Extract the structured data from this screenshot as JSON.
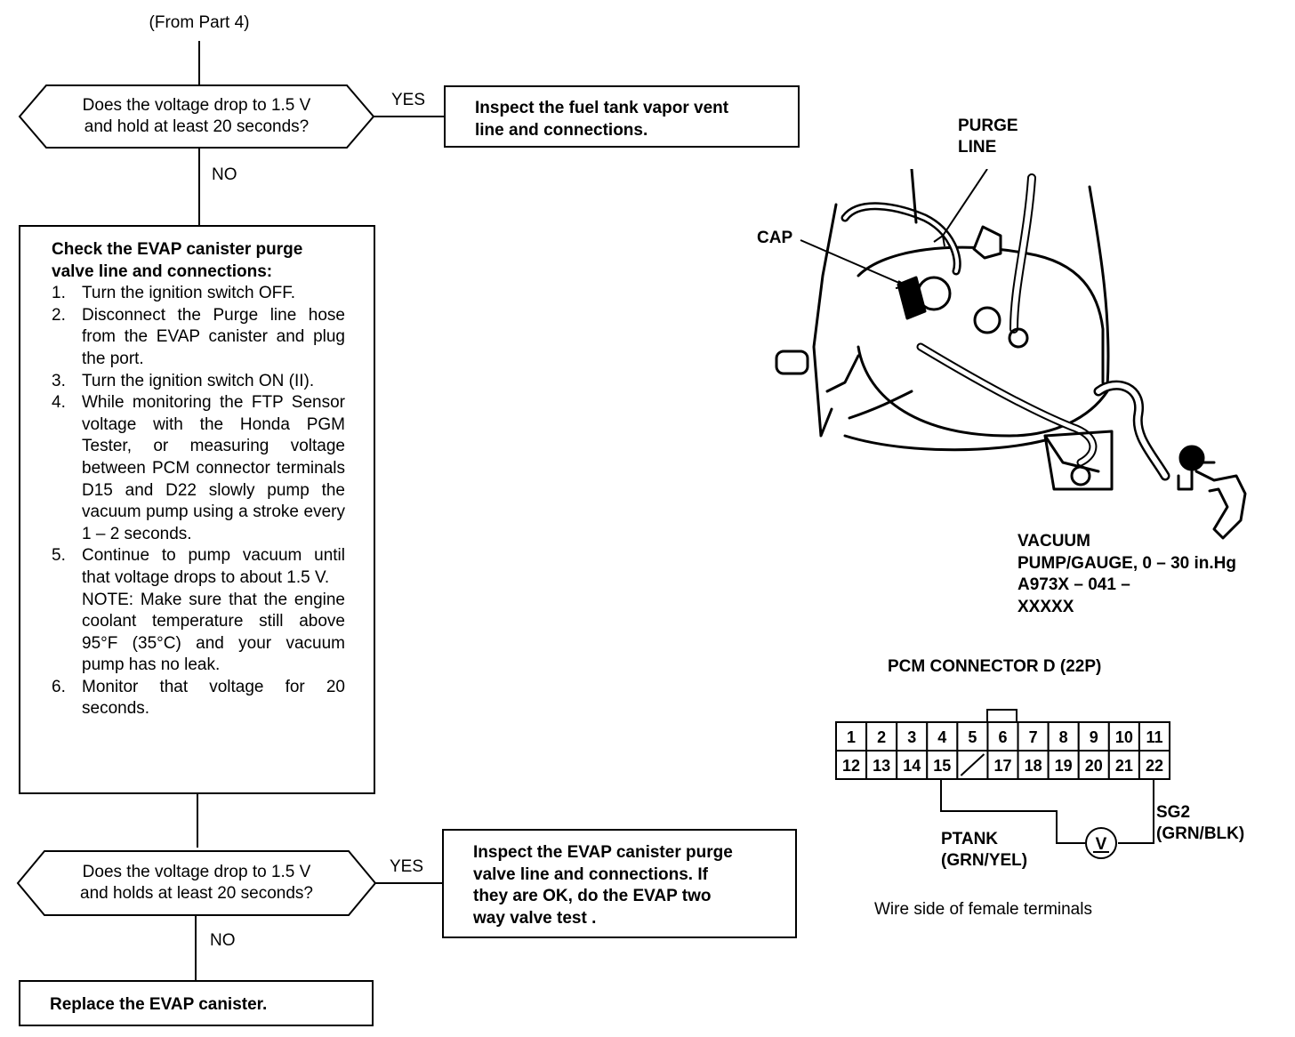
{
  "flow": {
    "from_label": "(From Part 4)",
    "decision1": {
      "line1": "Does the voltage drop to 1.5 V",
      "line2": "and hold at least 20 seconds?"
    },
    "yes1_label": "YES",
    "no1_label": "NO",
    "action1": {
      "line1": "Inspect the fuel tank vapor vent",
      "line2": "line and connections."
    },
    "check": {
      "heading1": "Check the EVAP canister purge",
      "heading2": "valve line and connections:",
      "steps": [
        {
          "num": "1.",
          "text": "Turn the ignition switch OFF."
        },
        {
          "num": "2.",
          "text": "Disconnect the Purge line hose from the EVAP canister and plug the port."
        },
        {
          "num": "3.",
          "text": "Turn the ignition switch ON (II)."
        },
        {
          "num": "4.",
          "text": "While monitoring the FTP Sensor voltage with the Honda PGM Tester, or measuring voltage between PCM connector terminals D15 and D22 slowly pump the vacuum pump using a stroke every 1 – 2 seconds."
        },
        {
          "num": "5.",
          "text": "Continue to pump vacuum until that voltage drops to about 1.5 V."
        },
        {
          "num": "6.",
          "text": "Monitor that voltage for 20 seconds."
        }
      ],
      "note": "NOTE: Make sure that the engine coolant temperature still above 95°F (35°C) and your vacuum pump has no leak."
    },
    "decision2": {
      "line1": "Does the voltage drop to 1.5 V",
      "line2": "and holds at least 20 seconds?"
    },
    "yes2_label": "YES",
    "no2_label": "NO",
    "action2": {
      "line1": "Inspect the EVAP canister purge",
      "line2": "valve line and connections. If",
      "line3": "they are OK, do the EVAP two",
      "line4": "way valve test ."
    },
    "final_action": "Replace the EVAP canister."
  },
  "engine_figure": {
    "purge_label_1": "PURGE",
    "purge_label_2": "LINE",
    "cap_label": "CAP",
    "vacuum_1": "VACUUM",
    "vacuum_2": "PUMP/GAUGE, 0 – 30 in.Hg",
    "vacuum_3": "A973X – 041 –",
    "vacuum_4": "XXXXX"
  },
  "connector": {
    "title": "PCM CONNECTOR D (22P)",
    "row1": [
      "1",
      "2",
      "3",
      "4",
      "5",
      "6",
      "7",
      "8",
      "9",
      "10",
      "11"
    ],
    "row2": [
      "12",
      "13",
      "14",
      "15",
      "",
      "17",
      "18",
      "19",
      "20",
      "21",
      "22"
    ],
    "meter_symbol": "V",
    "ptank_1": "PTANK",
    "ptank_2": "(GRN/YEL)",
    "sg2_1": "SG2",
    "sg2_2": "(GRN/BLK)",
    "caption": "Wire side of female terminals"
  }
}
